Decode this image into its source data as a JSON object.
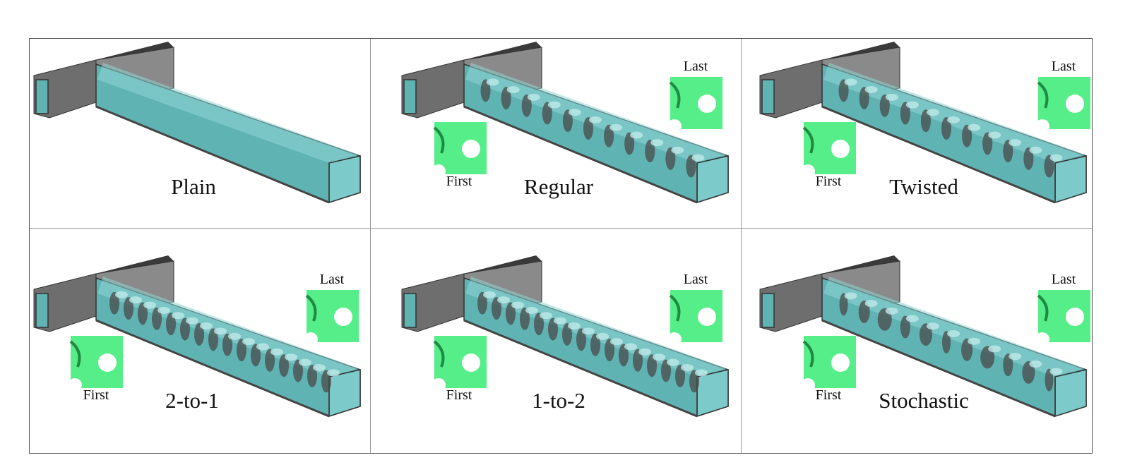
{
  "panels": [
    {
      "title": "Plain",
      "type": "plain",
      "first_label": "",
      "last_label": ""
    },
    {
      "title": "Regular",
      "type": "regular",
      "first_label": "First",
      "last_label": "Last"
    },
    {
      "title": "Twisted",
      "type": "twisted",
      "first_label": "First",
      "last_label": "Last"
    },
    {
      "title": "2-to-1",
      "type": "2to1",
      "first_label": "First",
      "last_label": "Last"
    },
    {
      "title": "1-to-2",
      "type": "1to2",
      "first_label": "First",
      "last_label": "Last"
    },
    {
      "title": "Stochastic",
      "type": "stochastic",
      "first_label": "First",
      "last_label": "Last"
    }
  ],
  "colors": {
    "frame_dark": "#3a3a3a",
    "frame_side": "#6e6e6e",
    "frame_face": "#8a8a8a",
    "fluid": "#5fb3b3",
    "fluid_light": "#8fd3d3",
    "lattice_green": "#55ee88",
    "lattice_dark": "#1f8a44"
  }
}
